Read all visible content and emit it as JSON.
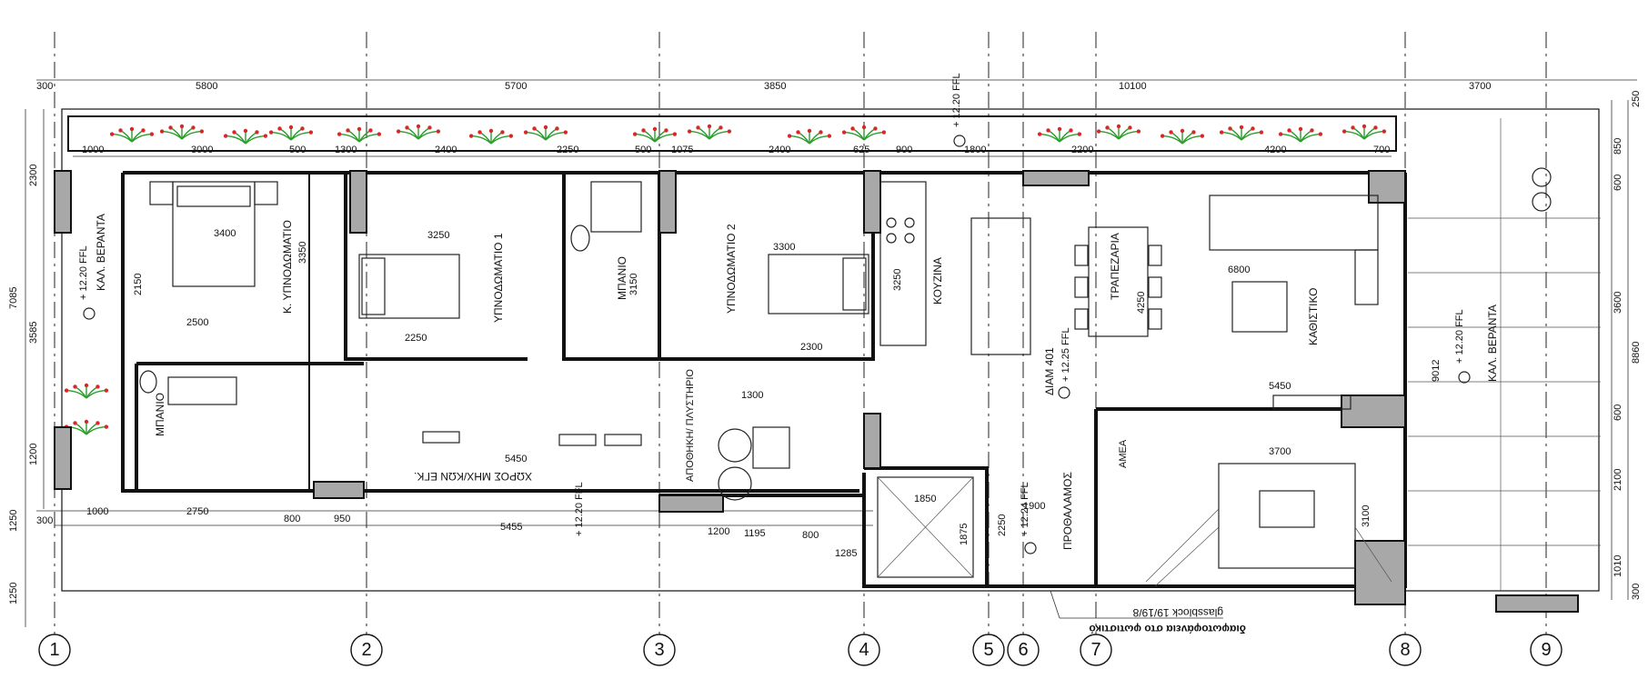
{
  "grid_labels": [
    "1",
    "2",
    "3",
    "4",
    "5",
    "6",
    "7",
    "8",
    "9"
  ],
  "top_dimensions": [
    "300",
    "5800",
    "5700",
    "3850",
    "10100",
    "3700"
  ],
  "inner_top_dimensions": [
    "1000",
    "3000",
    "500",
    "1300",
    "2400",
    "2250",
    "500",
    "1075",
    "2400",
    "625",
    "900",
    "1800",
    "2200",
    "4200",
    "700"
  ],
  "bottom_dimensions": [
    "300",
    "1000",
    "2750",
    "800",
    "950",
    "5455",
    "1200",
    "1195",
    "800",
    "1285"
  ],
  "left_dimensions": [
    "7085",
    "2300",
    "3585",
    "1200",
    "1250",
    "1250"
  ],
  "right_dimensions": [
    "250",
    "850",
    "600",
    "3600",
    "600",
    "2100",
    "1010",
    "300",
    "8860",
    "9012"
  ],
  "rooms": {
    "master_bedroom": "Κ. ΥΠΝΟΔΩΜΑΤΙΟ",
    "master_bedroom_dim": "3350",
    "bedroom1": "ΥΠΝΟΔΩΜΑΤΙΟ 1",
    "bedroom2": "ΥΠΝΟΔΩΜΑΤΙΟ 2",
    "bath_small": "ΜΠΑΝΙΟ",
    "bath_small_dim": "3150",
    "bath_left": "ΜΠΑΝΙΟ",
    "kitchen": "ΚΟΥΖΙΝΑ",
    "dining": "ΤΡΑΠΕΖΑΡΙΑ",
    "living": "ΚΑΘΙΣΤΙΚΟ",
    "veranda_left": "ΚΑΛ. ΒΕΡΑΝΤΑ",
    "veranda_right": "ΚΑΛ. ΒΕΡΑΝΤΑ",
    "mech_room": "ΧΩΡΟΣ ΜΗΧ/ΚΩΝ ΕΓΚ.",
    "storage": "ΑΠΟΘΗΚΗ/ ΠΛΥΣΤΗΡΙΟ",
    "lobby": "ΠΡΟΘΑΛΑΜΟΣ",
    "ameal": "ΑΜΕΑ",
    "apartment": "ΔΙΑΜ 401"
  },
  "levels": {
    "veranda_left": "+ 12.20 FFL",
    "top": "+ 12.20 FFL",
    "apartment": "+ 12.25 FFL",
    "veranda_right": "+ 12.20 FFL",
    "mech": "+ 12.20 FFL",
    "lobby": "+ 12.24 FFL"
  },
  "notes": {
    "glassblock": "glassblock 19/19/8",
    "wall_note": "διαφωτοφάνεια στο φωτιστικό"
  },
  "room_dims": {
    "bed_m": "3400",
    "bed_m_w": "2500",
    "bed_m_h": "2150",
    "bed1_w": "3250",
    "bed1_h": "2250",
    "bed2_w": "3300",
    "bed2_h": "2300",
    "kitchen_len": "3250",
    "dining_len": "4250",
    "living_w": "6800",
    "living_w2": "5450",
    "mech_len": "5450",
    "stair_w": "3700",
    "stair_h": "3100",
    "storage_w": "1300",
    "lift_w": "1850",
    "lift_h": "1875",
    "lobby_w": "1900",
    "lobby_h": "2250"
  },
  "colors": {
    "plant_green": "#2a9d2a",
    "plant_red": "#d62828",
    "column_fill": "#a8a8a8"
  }
}
